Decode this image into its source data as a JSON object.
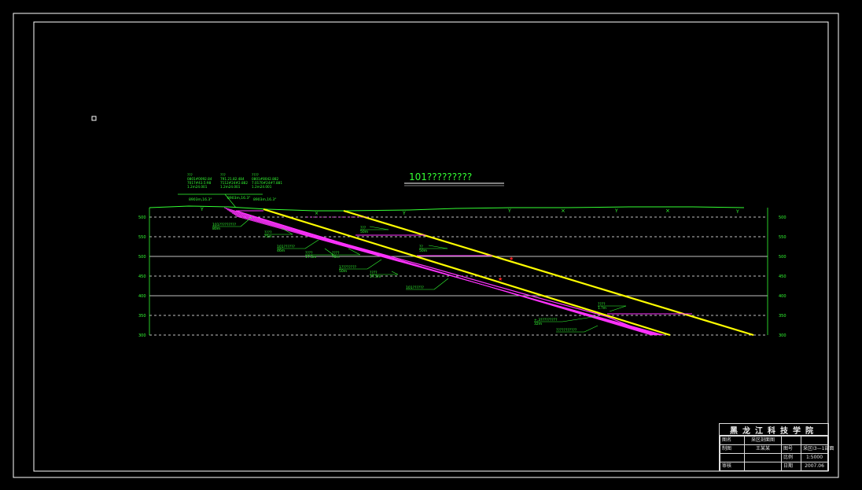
{
  "drawing": {
    "title": "101?????????",
    "colors": {
      "background": "#000000",
      "frame": "#ffffff",
      "ground": "#33ff33",
      "seam": "#ff33ff",
      "fault": "#ffff00",
      "level": "#ffffff",
      "label": "#33ff33",
      "marker": "#ff2222"
    },
    "elevation_levels": [
      500,
      550,
      500,
      450,
      400,
      350,
      300
    ],
    "left_axis_labels": [
      "500",
      "550",
      "500",
      "450",
      "400",
      "350",
      "300"
    ],
    "right_axis_labels": [
      "500",
      "550",
      "500",
      "450",
      "400",
      "350",
      "300"
    ],
    "top_notes": [
      {
        "lines": [
          "???",
          "0801#0092.84",
          "7017#43.5:98",
          "1.2m24.001"
        ]
      },
      {
        "lines": [
          "???",
          "791.21.82.484",
          "7112#24#2.882",
          "1.2m24.001"
        ]
      },
      {
        "lines": [
          "????",
          "0801#8042.882",
          "7.0170#24#7.881",
          "1.2m24.001"
        ]
      }
    ],
    "ground_notes": [
      "8903m,16.3°",
      "8903m,16.3°",
      "8903m,16.3°"
    ],
    "callouts": [
      {
        "lines": [
          "101?????????",
          "80m"
        ]
      },
      {
        "lines": [
          "????",
          "?5m"
        ]
      },
      {
        "lines": [
          "101??????",
          "46m"
        ]
      },
      {
        "lines": [
          "????",
          "17.5m"
        ]
      },
      {
        "lines": [
          "????",
          "?6m"
        ]
      },
      {
        "lines": [
          "???",
          "50m"
        ]
      },
      {
        "lines": [
          "??",
          "50m"
        ]
      },
      {
        "lines": [
          "1????????",
          "50m"
        ]
      },
      {
        "lines": [
          "????",
          "17.5m"
        ]
      },
      {
        "lines": [
          "101??????"
        ]
      },
      {
        "lines": [
          "????",
          "1.?m"
        ]
      },
      {
        "lines": [
          "+.3?????????",
          "32m"
        ]
      },
      {
        "lines": [
          "???????????"
        ]
      }
    ]
  },
  "title_block": {
    "institution": "黑龙江科技学院",
    "rows": [
      [
        "图名",
        "采区剖面图",
        "",
        ""
      ],
      [
        "制图",
        "王某某",
        "图号",
        "采区I3—1剖面"
      ],
      [
        "",
        "",
        "比例",
        "1:5000"
      ],
      [
        "审核",
        "",
        "日期",
        "2007.06"
      ]
    ]
  }
}
